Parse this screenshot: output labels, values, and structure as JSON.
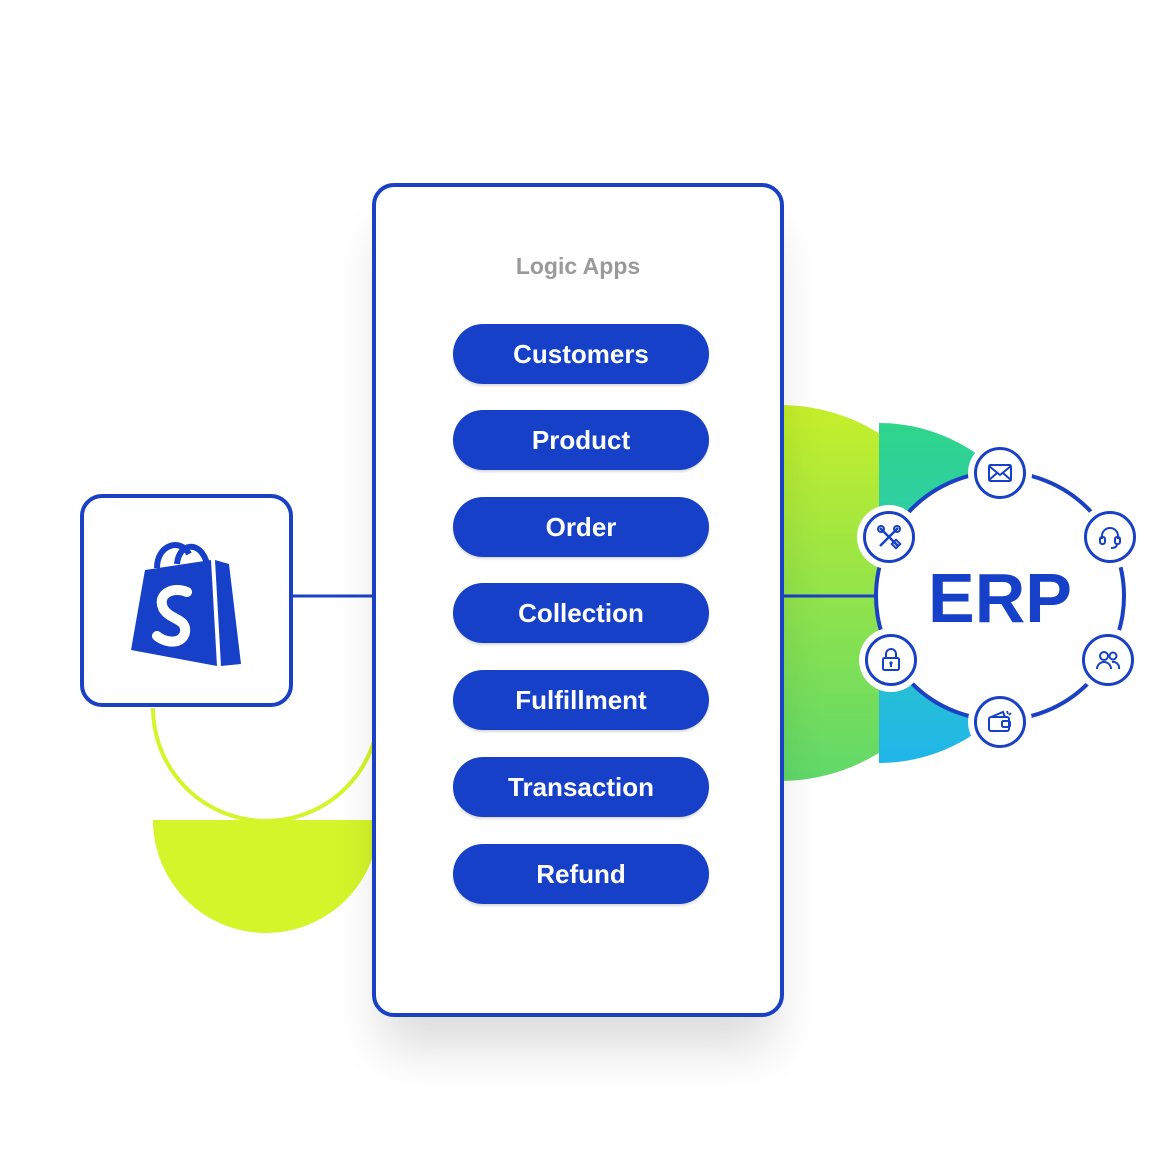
{
  "panel": {
    "title": "Logic Apps",
    "items": [
      "Customers",
      "Product",
      "Order",
      "Collection",
      "Fulfillment",
      "Transaction",
      "Refund"
    ]
  },
  "source": {
    "icon": "shopify-bag-icon"
  },
  "target": {
    "label": "ERP",
    "icons": [
      "mail-icon",
      "headset-icon",
      "users-icon",
      "wallet-icon",
      "lock-icon",
      "tools-icon"
    ]
  },
  "colors": {
    "blue": "#1740c8",
    "lime": "#d4f52a",
    "green": "#2fd58a",
    "cyan": "#1fb6ea"
  }
}
